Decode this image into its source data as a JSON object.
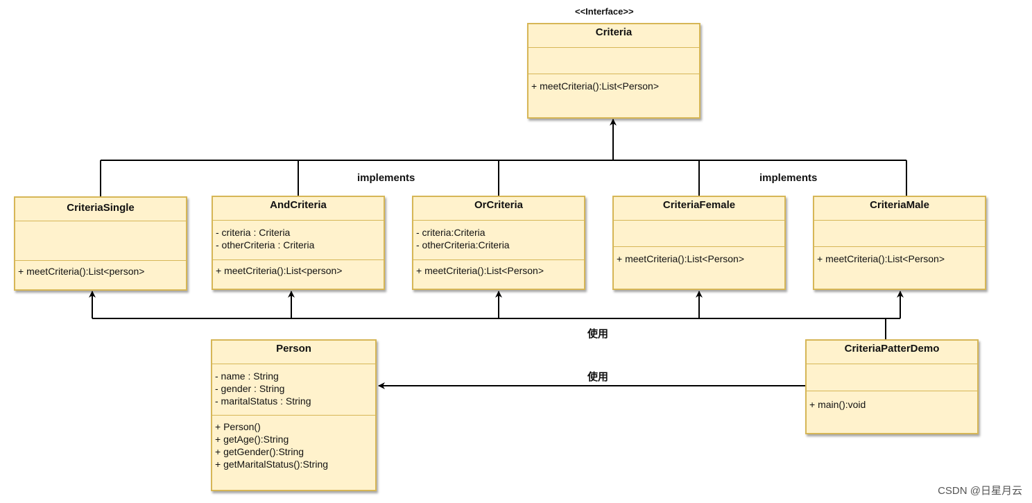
{
  "interface_stereotype": "<<Interface>>",
  "classes": {
    "criteria": {
      "name": "Criteria",
      "attributes": [],
      "methods": [
        "+ meetCriteria():List<Person>"
      ]
    },
    "criteria_single": {
      "name": "CriteriaSingle",
      "attributes": [],
      "methods": [
        "+ meetCriteria():List<person>"
      ]
    },
    "and_criteria": {
      "name": "AndCriteria",
      "attributes": [
        "- criteria : Criteria",
        "- otherCriteria : Criteria"
      ],
      "methods": [
        "+ meetCriteria():List<person>"
      ]
    },
    "or_criteria": {
      "name": "OrCriteria",
      "attributes": [
        "- criteria:Criteria",
        "- otherCriteria:Criteria"
      ],
      "methods": [
        "+ meetCriteria():List<Person>"
      ]
    },
    "criteria_female": {
      "name": "CriteriaFemale",
      "attributes": [],
      "methods": [
        "+ meetCriteria():List<Person>"
      ]
    },
    "criteria_male": {
      "name": "CriteriaMale",
      "attributes": [],
      "methods": [
        "+ meetCriteria():List<Person>"
      ]
    },
    "person": {
      "name": "Person",
      "attributes": [
        "- name : String",
        "- gender : String",
        "- maritalStatus : String"
      ],
      "methods": [
        "+ Person()",
        "+ getAge():String",
        "+ getGender():String",
        "+ getMaritalStatus():String"
      ]
    },
    "demo": {
      "name": "CriteriaPatterDemo",
      "attributes": [],
      "methods": [
        "+ main():void"
      ]
    }
  },
  "edge_labels": {
    "implements_left": "implements",
    "implements_right": "implements",
    "uses_criteria": "使用",
    "uses_person": "使用"
  },
  "watermark": "CSDN @日星月云",
  "colors": {
    "class_fill": "#fff2cc",
    "class_border": "#d6b656",
    "line": "#000000"
  }
}
